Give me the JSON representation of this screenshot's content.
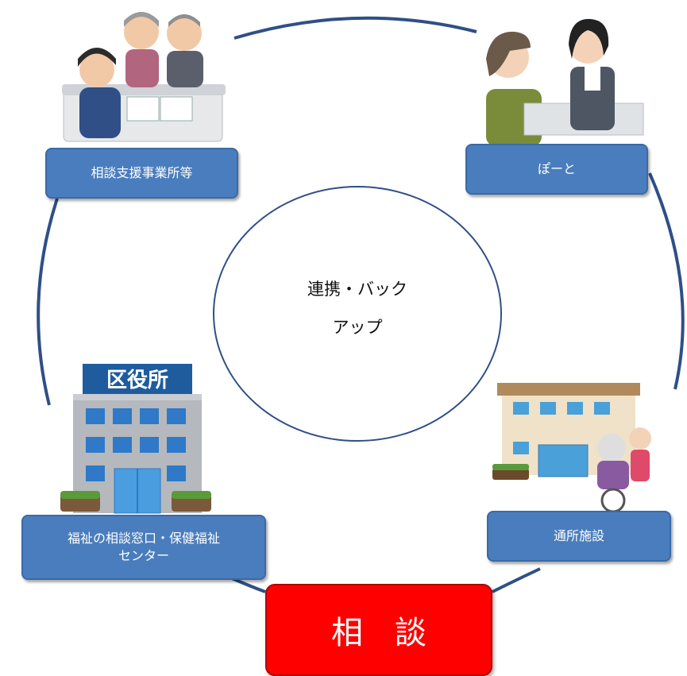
{
  "nodes": {
    "consultation_office": "相談支援事業所等",
    "port": "ぽーと",
    "welfare_window_line1": "福祉の相談窓口・保健福祉",
    "welfare_window_line2": "センター",
    "day_facility": "通所施設"
  },
  "center": {
    "line1": "連携・バック",
    "line2": "アップ"
  },
  "consultation": "相　談",
  "ward_office_sign": "区役所",
  "colors": {
    "node_fill": "#4a7dbd",
    "ring": "#2f4f86",
    "consult_fill": "#ff0000"
  },
  "icons": [
    "counselor-meeting-icon",
    "office-reception-icon",
    "ward-office-building-icon",
    "day-care-facility-icon"
  ]
}
